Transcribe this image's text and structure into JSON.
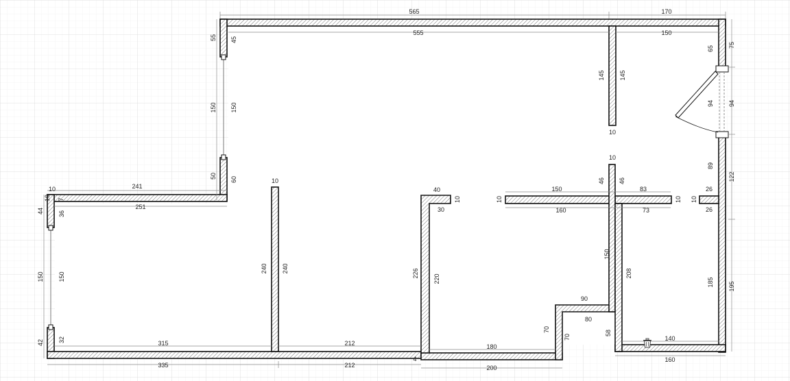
{
  "dimensions": {
    "top_overall": "565",
    "top_right_overall": "170",
    "top_inner": "555",
    "top_right_inner": "150",
    "upper_left_outer_55": "55",
    "upper_left_inner_45": "45",
    "upper_window_outer": "150",
    "upper_window_inner": "150",
    "mid_left_outer_50": "50",
    "mid_left_inner_60": "60",
    "step_top_241": "241",
    "step_top_10": "10",
    "step_inner_251": "251",
    "left_10": "10",
    "left_7": "7",
    "left_44": "44",
    "left_36": "36",
    "left_window_outer": "150",
    "left_window_inner": "150",
    "left_42": "42",
    "left_32": "32",
    "bottom_inner_315": "315",
    "bottom_outer_335": "335",
    "bottom_inner_212": "212",
    "bottom_outer_212": "212",
    "bottom_4": "4",
    "bottom_inner_180": "180",
    "bottom_outer_200": "200",
    "notch_70_left": "70",
    "notch_70_right": "70",
    "notch_90": "90",
    "notch_80": "80",
    "right_58": "58",
    "right_bottom_140": "140",
    "right_bottom_outer_160": "160",
    "right_185": "185",
    "right_195": "195",
    "right_122": "122",
    "right_89": "89",
    "right_94_inner": "94",
    "right_94_outer": "94",
    "right_65": "65",
    "right_75": "75",
    "partition_145_left": "145",
    "partition_145_right": "145",
    "partition_10_bottom": "10",
    "wall1_10": "10",
    "wall1_240_left": "240",
    "wall1_240_right": "240",
    "wall2_40": "40",
    "wall2_10": "10",
    "wall2_30": "30",
    "wall2_226": "226",
    "wall2_220": "220",
    "hwall_10_left": "10",
    "hwall_150": "150",
    "hwall_160": "160",
    "hwall_46_left": "46",
    "hwall_46_right": "46",
    "hwall_10_top": "10",
    "hwall_83": "83",
    "hwall_73": "73",
    "hwall_10_right": "10",
    "vwall_150": "150",
    "vwall_208": "208",
    "stub_10": "10",
    "stub_26_top": "26",
    "stub_26_bottom": "26"
  },
  "icons": {
    "trash": "trash-icon"
  }
}
